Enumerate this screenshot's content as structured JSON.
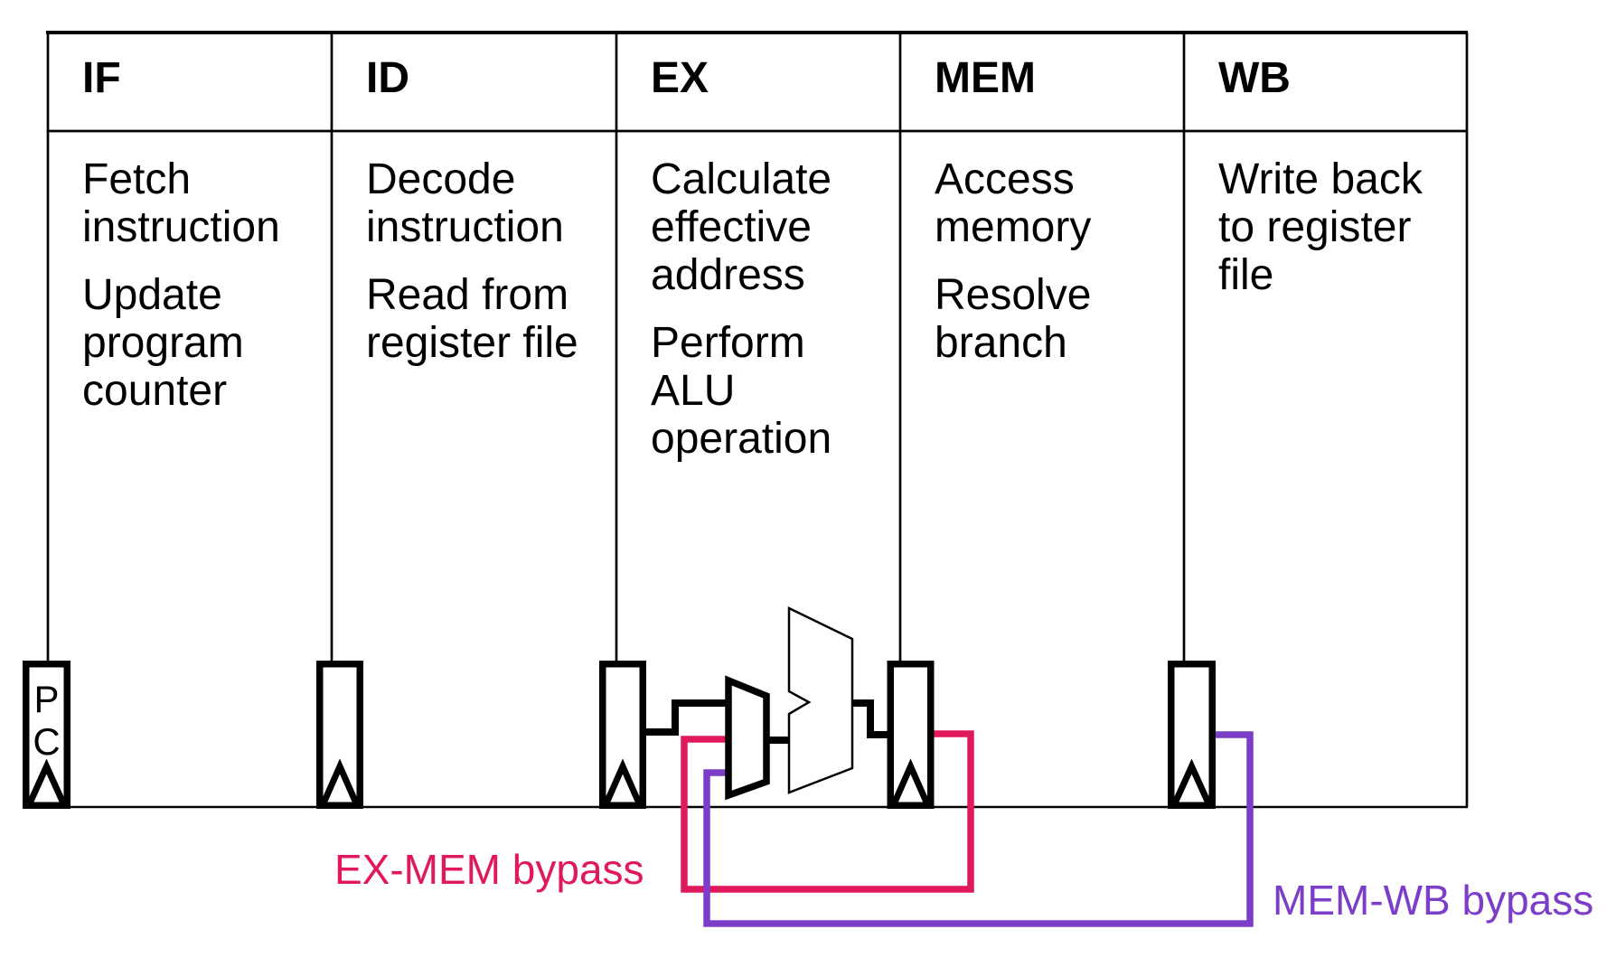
{
  "table": {
    "columns": [
      {
        "header": "IF",
        "paragraphs": [
          [
            "Fetch",
            "instruction"
          ],
          [
            "Update",
            "program",
            "counter"
          ]
        ]
      },
      {
        "header": "ID",
        "paragraphs": [
          [
            "Decode",
            "instruction"
          ],
          [
            "Read from",
            "register file"
          ]
        ]
      },
      {
        "header": "EX",
        "paragraphs": [
          [
            "Calculate",
            "effective",
            "address"
          ],
          [
            "Perform",
            "ALU",
            "operation"
          ]
        ]
      },
      {
        "header": "MEM",
        "paragraphs": [
          [
            "Access",
            "memory"
          ],
          [
            "Resolve",
            "branch"
          ]
        ]
      },
      {
        "header": "WB",
        "paragraphs": [
          [
            "Write back",
            "to register",
            "file"
          ]
        ]
      }
    ]
  },
  "pc_register": {
    "lines": [
      "P",
      "C"
    ]
  },
  "labels": {
    "ex_mem": {
      "text": "EX-MEM bypass",
      "color": "#E0195C"
    },
    "mem_wb": {
      "text": "MEM-WB bypass",
      "color": "#7C3EC8"
    }
  },
  "colors": {
    "wire": "#000000",
    "table_line": "#000000"
  }
}
